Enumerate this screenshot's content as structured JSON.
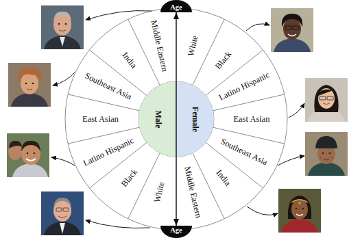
{
  "diagram": {
    "nodes": [
      {
        "text": [
          "Age"
        ]
      },
      {
        "text": [
          "Middle Eastern"
        ]
      },
      {
        "text": [
          "India"
        ]
      },
      {
        "text": [
          "Southeast Asia"
        ]
      },
      {
        "text": [
          "East Asian"
        ]
      },
      {
        "text": [
          "Latino Hispanic"
        ]
      },
      {
        "text": [
          "Black"
        ]
      },
      {
        "text": [
          "White"
        ]
      },
      {
        "text": [
          "Male"
        ]
      },
      {
        "text": [
          "White"
        ]
      },
      {
        "text": [
          "Black"
        ]
      },
      {
        "text": [
          "Latino Hispanic"
        ]
      },
      {
        "text": [
          "East Asian"
        ]
      },
      {
        "text": [
          "Southeast Asia"
        ]
      },
      {
        "text": [
          "India"
        ]
      },
      {
        "text": [
          "Middle Eastern"
        ]
      },
      {
        "text": [
          "Female"
        ]
      },
      {
        "text": [
          "Age"
        ]
      }
    ],
    "edges": [
      {
        "from": 0,
        "to": 17,
        "arrow": "both"
      }
    ]
  }
}
